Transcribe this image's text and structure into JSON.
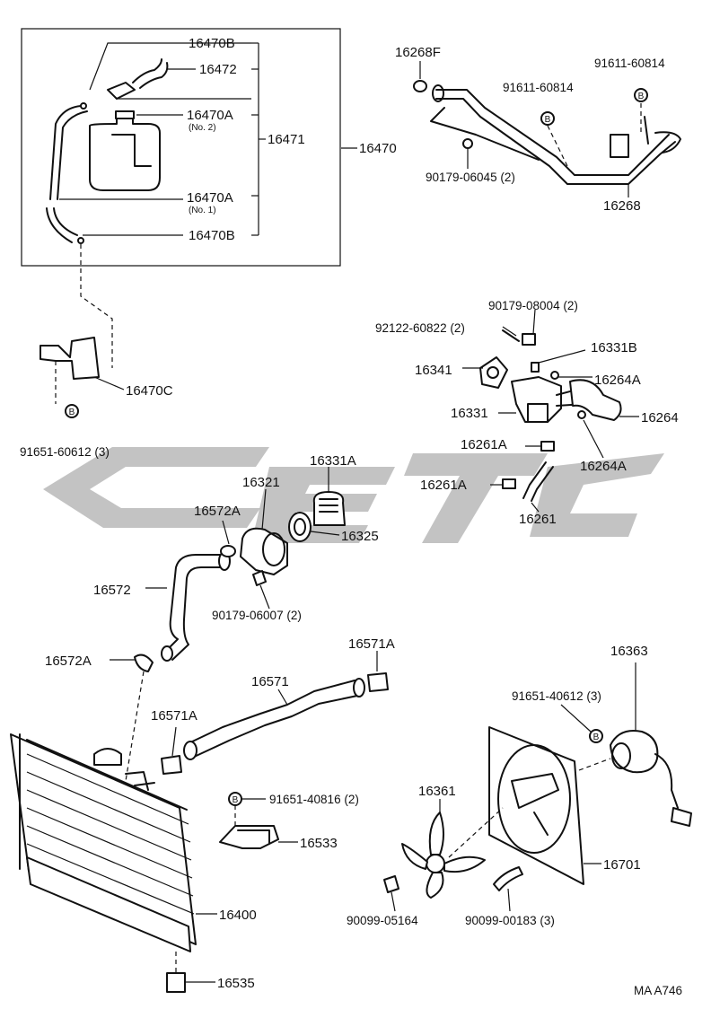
{
  "labels": {
    "p16470B_top": "16470B",
    "p16472": "16472",
    "p16470A_no2": "16470A",
    "p16470A_no2_note": "(No. 2)",
    "p16471": "16471",
    "p16470": "16470",
    "p16470A_no1": "16470A",
    "p16470A_no1_note": "(No. 1)",
    "p16470B_bot": "16470B",
    "p16268F": "16268F",
    "p91611_right": "91611-60814",
    "p91611_mid": "91611-60814",
    "p90179_06045": "90179-06045 (2)",
    "p16268": "16268",
    "p16470C": "16470C",
    "p91651_60612": "91651-60612 (3)",
    "p90179_08004": "90179-08004 (2)",
    "p92122_60822": "92122-60822 (2)",
    "p16331B": "16331B",
    "p16341": "16341",
    "p16264A_top": "16264A",
    "p16331": "16331",
    "p16264": "16264",
    "p16261A_top": "16261A",
    "p16264A_bot": "16264A",
    "p16261A_bot": "16261A",
    "p16261": "16261",
    "p16321": "16321",
    "p16331A": "16331A",
    "p16572A_top": "16572A",
    "p16325": "16325",
    "p16572": "16572",
    "p90179_06007": "90179-06007 (2)",
    "p16572A_left": "16572A",
    "p16571A_top": "16571A",
    "p16571": "16571",
    "p16571A_left": "16571A",
    "p16363": "16363",
    "p91651_40612": "91651-40612 (3)",
    "p16361": "16361",
    "p91651_40816": "91651-40816 (2)",
    "p16533": "16533",
    "p16701": "16701",
    "p16400": "16400",
    "p90099_05164": "90099-05164",
    "p90099_00183": "90099-00183 (3)",
    "p16535": "16535",
    "code": "MA A746",
    "b_marker": "B"
  }
}
